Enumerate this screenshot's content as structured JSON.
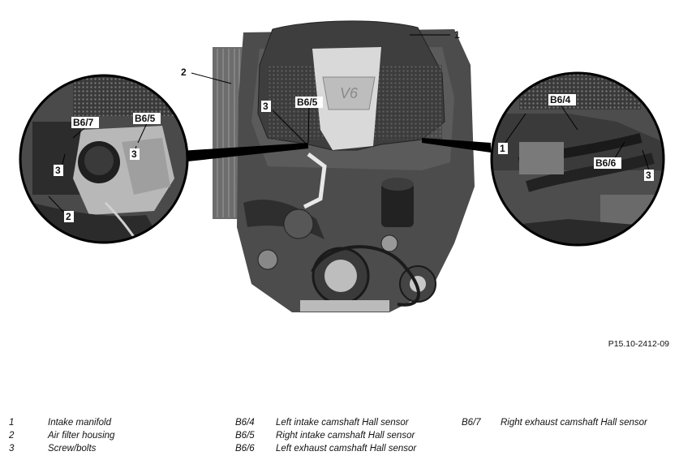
{
  "callouts": {
    "main": {
      "c1": "1",
      "c2": "2",
      "c3": "3",
      "b6_5": "B6/5"
    },
    "left_inset": {
      "b6_7": "B6/7",
      "b6_5": "B6/5",
      "c3a": "3",
      "c3b": "3",
      "c2": "2"
    },
    "right_inset": {
      "b6_4": "B6/4",
      "c1": "1",
      "b6_6": "B6/6",
      "c3": "3"
    }
  },
  "engine_badge": "V6",
  "figure_id": "P15.10-2412-09",
  "legend": [
    [
      {
        "key": "1",
        "text": "Intake manifold"
      },
      {
        "key": "2",
        "text": "Air filter housing"
      },
      {
        "key": "3",
        "text": "Screw/bolts"
      }
    ],
    [
      {
        "key": "B6/4",
        "text": "Left intake camshaft Hall sensor"
      },
      {
        "key": "B6/5",
        "text": "Right intake camshaft Hall sensor"
      },
      {
        "key": "B6/6",
        "text": "Left exhaust camshaft Hall sensor"
      }
    ],
    [
      {
        "key": "B6/7",
        "text": "Right exhaust camshaft Hall sensor"
      }
    ]
  ]
}
